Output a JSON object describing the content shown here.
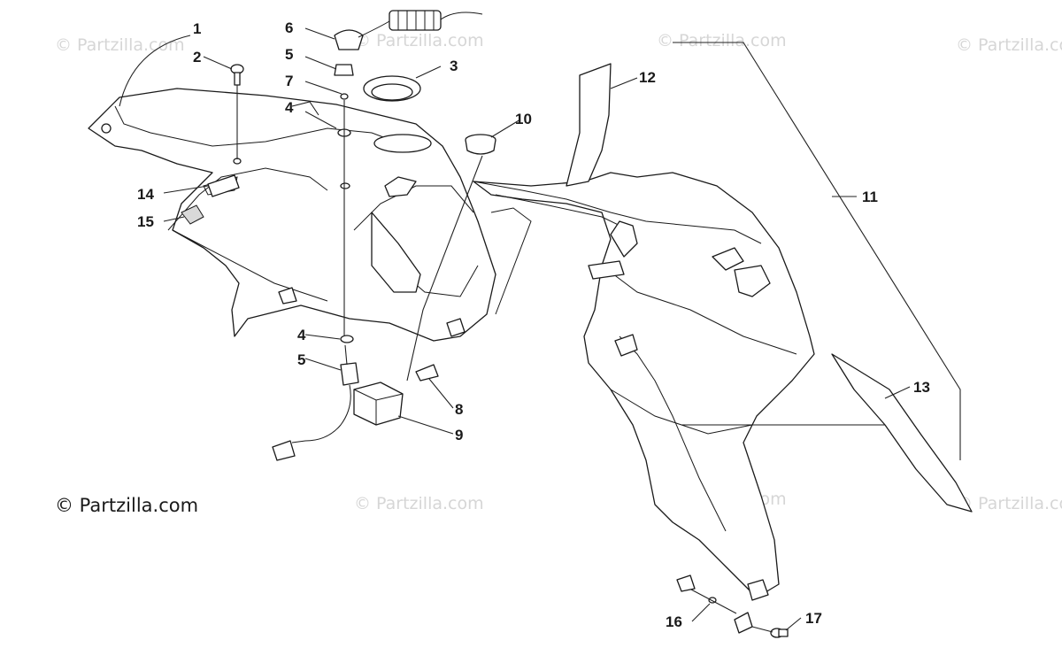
{
  "watermark": "© Partzilla.com",
  "callouts": [
    "1",
    "2",
    "3",
    "4",
    "4",
    "5",
    "5",
    "6",
    "7",
    "8",
    "9",
    "10",
    "11",
    "12",
    "13",
    "14",
    "15",
    "16",
    "17"
  ]
}
